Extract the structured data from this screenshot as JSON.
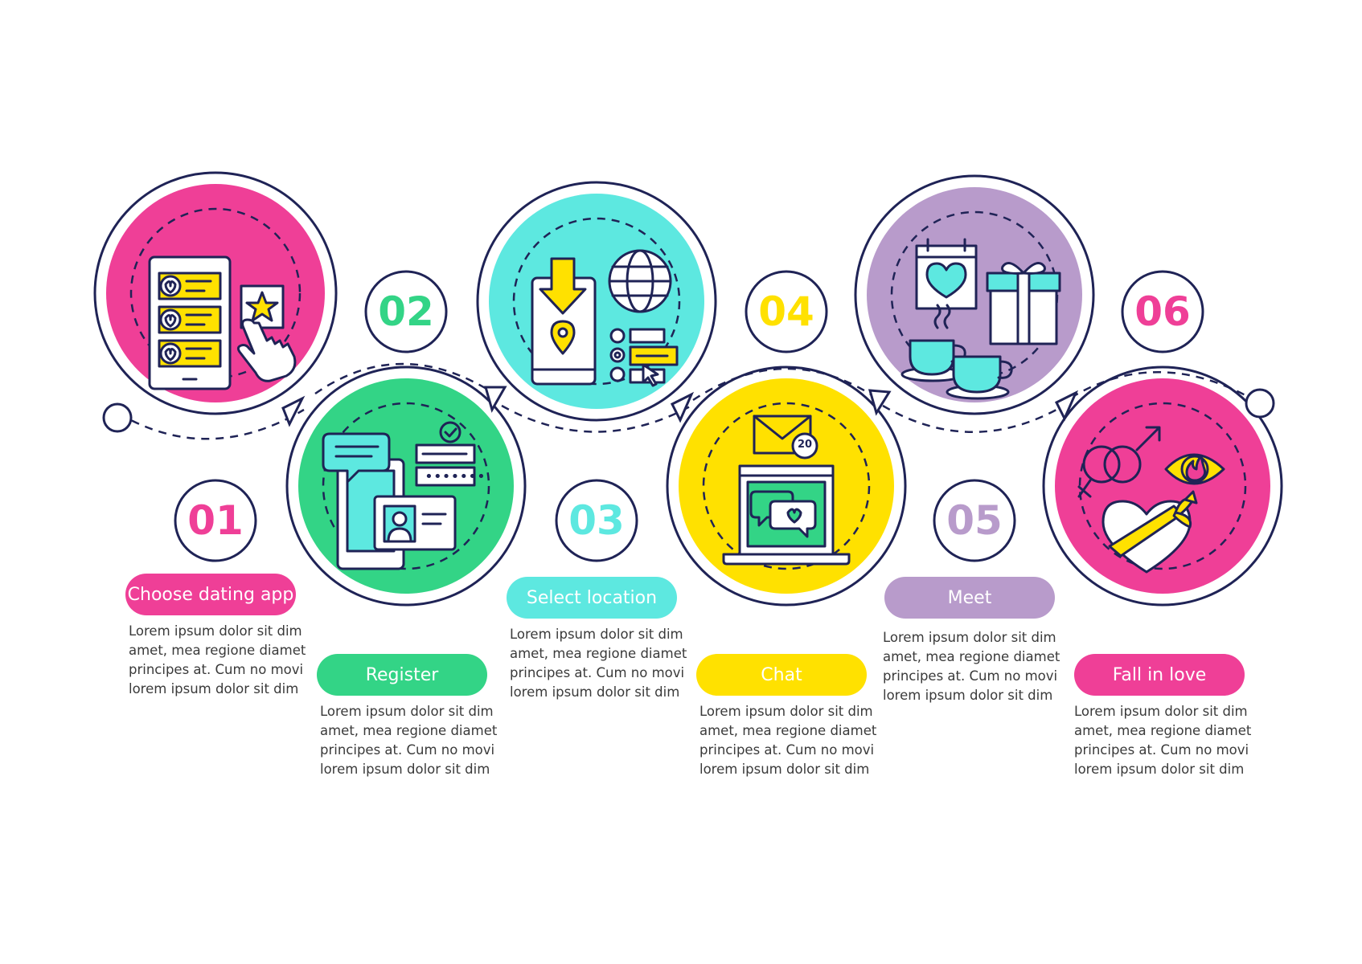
{
  "colors": {
    "outline": "#1f2356",
    "pink": "#ef3f97",
    "green": "#33d486",
    "cyan": "#5de8e0",
    "yellow": "#ffe100",
    "purple": "#b89bcb"
  },
  "steps": [
    {
      "number": "01",
      "label": "Choose dating app",
      "color": "#ef3f97",
      "icon": "phone-rating-icon",
      "desc": [
        "Lorem ipsum dolor sit dim",
        "amet, mea regione diamet",
        "principes at. Cum no movi",
        "lorem ipsum dolor sit dim"
      ]
    },
    {
      "number": "02",
      "label": "Register",
      "color": "#33d486",
      "icon": "profile-registration-icon",
      "desc": [
        "Lorem ipsum dolor sit dim",
        "amet, mea regione diamet",
        "principes at. Cum no movi",
        "lorem ipsum dolor sit dim"
      ]
    },
    {
      "number": "03",
      "label": "Select location",
      "color": "#5de8e0",
      "icon": "location-select-icon",
      "desc": [
        "Lorem ipsum dolor sit dim",
        "amet, mea regione diamet",
        "principes at. Cum no movi",
        "lorem ipsum dolor sit dim"
      ]
    },
    {
      "number": "04",
      "label": "Chat",
      "color": "#ffe100",
      "icon": "laptop-chat-icon",
      "badge": "20",
      "desc": [
        "Lorem ipsum dolor sit dim",
        "amet, mea regione diamet",
        "principes at. Cum no movi",
        "lorem ipsum dolor sit dim"
      ]
    },
    {
      "number": "05",
      "label": "Meet",
      "color": "#b89bcb",
      "icon": "coffee-date-icon",
      "desc": [
        "Lorem ipsum dolor sit dim",
        "amet, mea regione diamet",
        "principes at. Cum no movi",
        "lorem ipsum dolor sit dim"
      ]
    },
    {
      "number": "06",
      "label": "Fall in love",
      "color": "#ef3f97",
      "icon": "love-symbols-icon",
      "desc": [
        "Lorem ipsum dolor sit dim",
        "amet, mea regione diamet",
        "principes at. Cum no movi",
        "lorem ipsum dolor sit dim"
      ]
    }
  ]
}
